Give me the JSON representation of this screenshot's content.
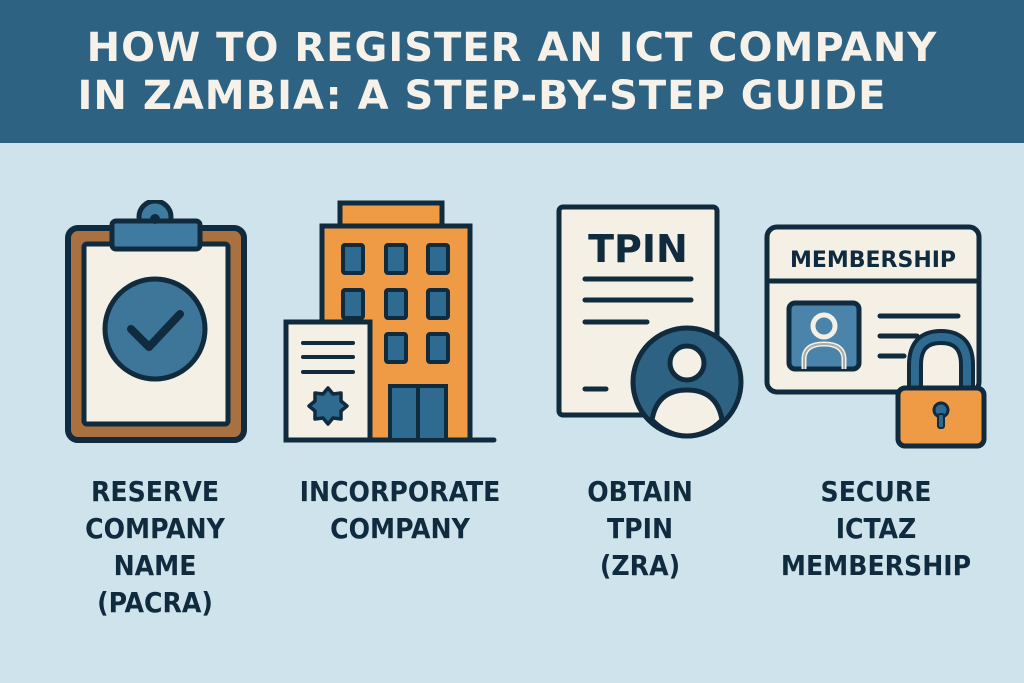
{
  "header": {
    "title_line1": "HOW TO REGISTER AN ICT COMPANY",
    "title_line2": "IN ZAMBIA: A STEP-BY-STEP GUIDE"
  },
  "steps": [
    {
      "icon": "clipboard-check-icon",
      "label": "RESERVE\nCOMPANY\nNAME\n(PACRA)"
    },
    {
      "icon": "office-building-certificate-icon",
      "label": "INCORPORATE\nCOMPANY"
    },
    {
      "icon": "tpin-document-user-icon",
      "icon_text": "TPIN",
      "label": "OBTAIN\nTPIN\n(ZRA)"
    },
    {
      "icon": "membership-card-lock-icon",
      "icon_text": "MEMBERSHIP",
      "label": "SECURE\nICTAZ\nMEMBERSHIP"
    }
  ],
  "colors": {
    "header_bg": "#2d6283",
    "page_bg": "#cfe3ec",
    "outline": "#102a3e",
    "blue": "#2f6a90",
    "orange": "#ef9a45",
    "brown": "#a8713f",
    "cream": "#f4f0e6"
  }
}
